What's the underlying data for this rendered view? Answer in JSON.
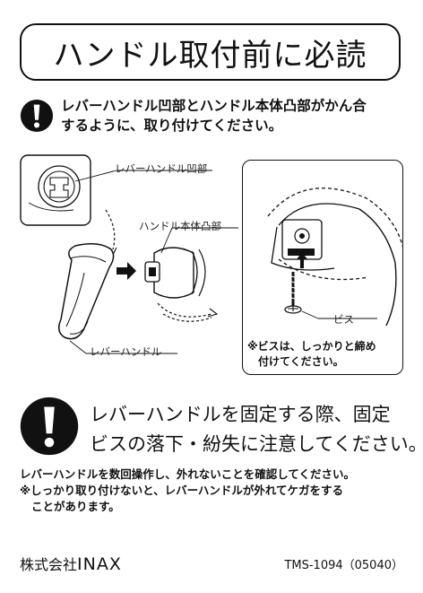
{
  "title": "ハンドル取付前に必読",
  "note1": {
    "line1": "レバーハンドル凹部とハンドル本体凸部がかん合",
    "line2": "するように、取り付けてください。"
  },
  "labels": {
    "lever_recess": "レバーハンドル凹部",
    "handle_protrusion": "ハンドル本体凸部",
    "lever_handle": "レバーハンドル",
    "screw": "ビス"
  },
  "screw_note": {
    "line1": "※ビスは、しっかりと締め",
    "line2": "付けてください。"
  },
  "warning": {
    "line1": "レバーハンドルを固定する際、固定",
    "line2": "ビスの落下・紛失に注意してください。"
  },
  "body": {
    "line1": "レバーハンドルを数回操作し、外れないことを確認してください。",
    "line2": "※しっかり取り付けないと、レバーハンドルが外れてケガをする",
    "line3": "ことがあります。"
  },
  "footer": {
    "company_prefix": "株式会社",
    "brand": "INAX",
    "code": "TMS-1094（05040）"
  },
  "icons": {
    "warning": "exclamation-circle-icon",
    "arrow": "arrow-right-icon"
  }
}
